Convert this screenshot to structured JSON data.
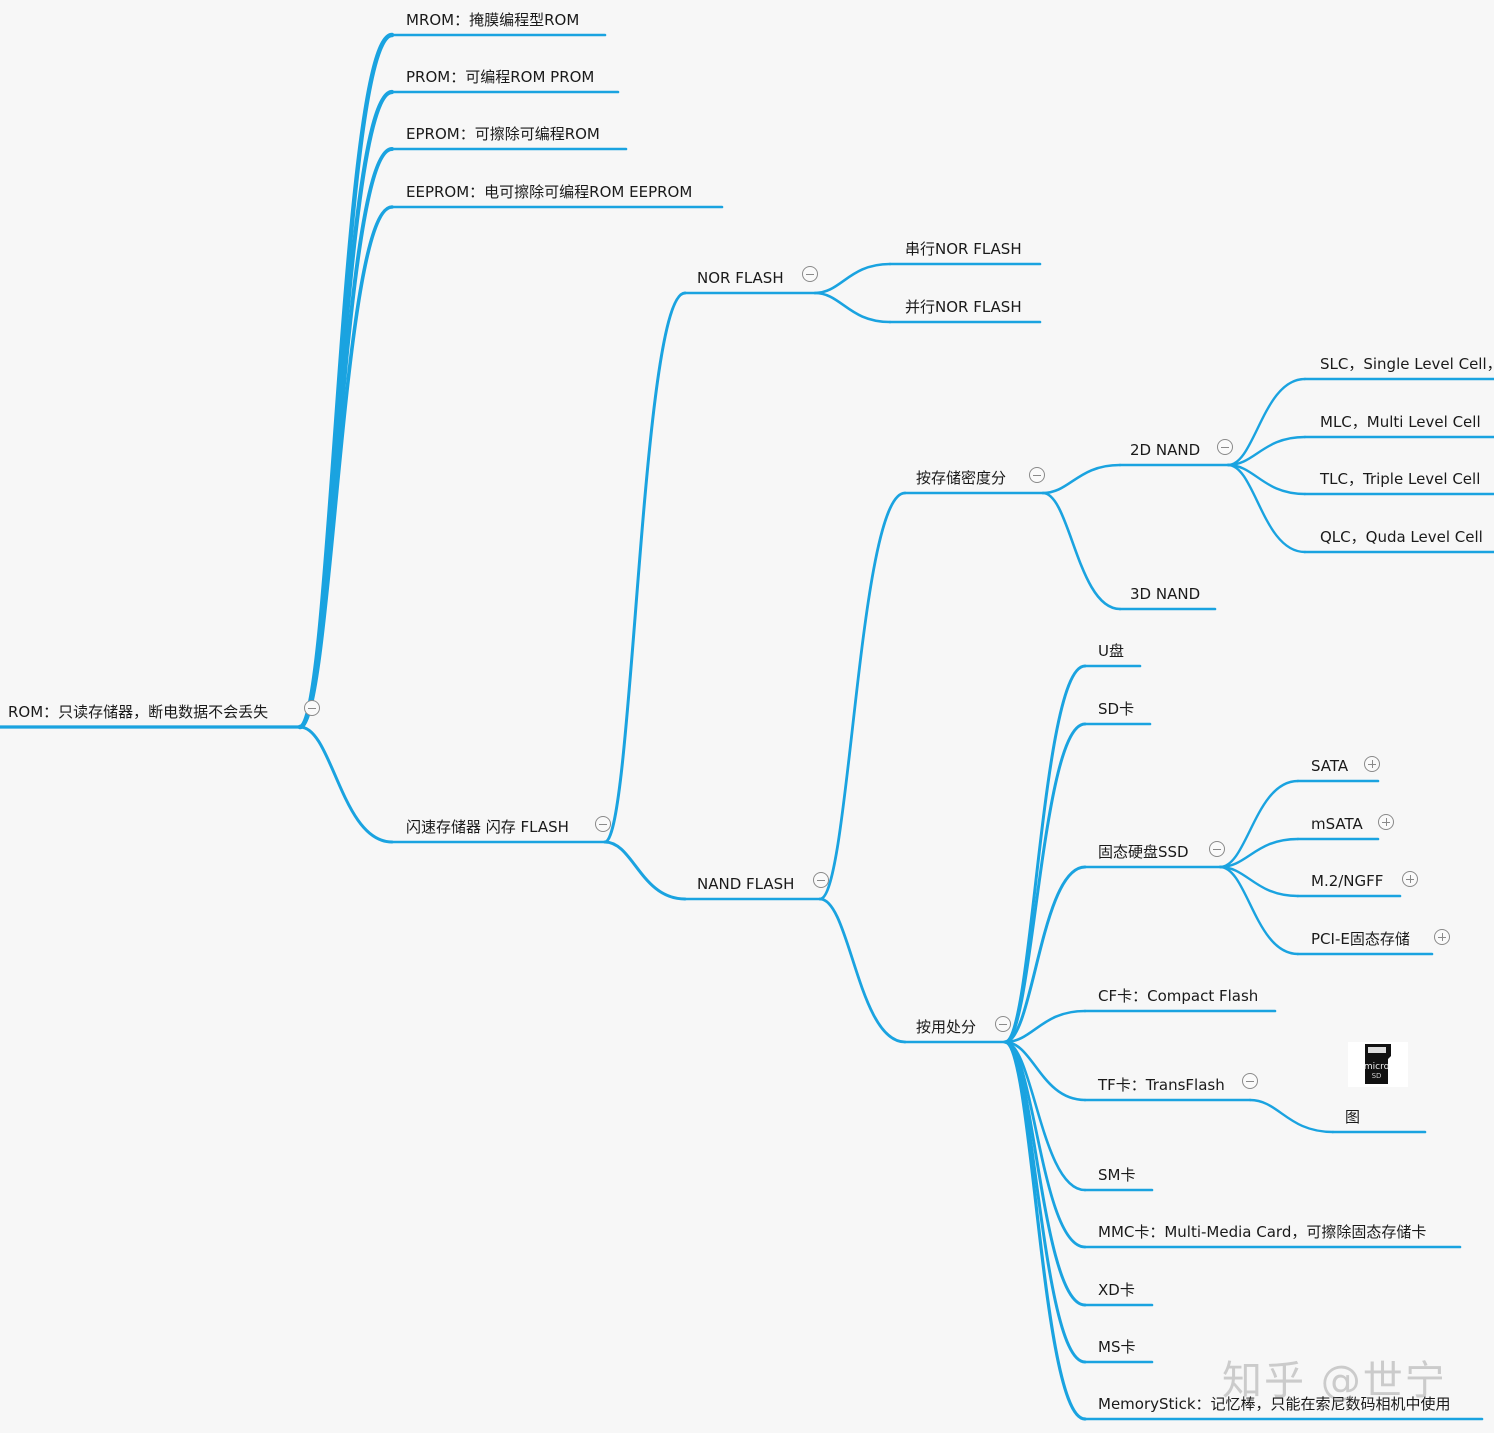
{
  "colors": {
    "line": "#1aa3e0",
    "text": "#1a1a1a",
    "background": "#f7f7f7"
  },
  "nodes": {
    "rom": "ROM：只读存储器，断电数据不会丢失",
    "mrom": "MROM：掩膜编程型ROM",
    "prom": "PROM：可编程ROM PROM",
    "eprom": "EPROM：可擦除可编程ROM",
    "eeprom": "EEPROM：电可擦除可编程ROM EEPROM",
    "flash": "闪速存储器 闪存 FLASH",
    "nor": "NOR FLASH",
    "nor_serial": "串行NOR FLASH",
    "nor_parallel": "并行NOR FLASH",
    "nand": "NAND FLASH",
    "by_density": "按存储密度分",
    "nand2d": "2D NAND",
    "slc": "SLC，Single Level Cell，",
    "mlc": "MLC，Multi Level Cell",
    "tlc": "TLC，Triple Level Cell",
    "qlc": "QLC，Quda Level Cell",
    "nand3d": "3D NAND",
    "by_use": "按用处分",
    "udisk": "U盘",
    "sd": "SD卡",
    "ssd": "固态硬盘SSD",
    "sata": "SATA",
    "msata": "mSATA",
    "m2": "M.2/NGFF",
    "pcie": "PCI-E固态存储",
    "cf": "CF卡：Compact Flash",
    "tf": "TF卡：TransFlash",
    "tf_img": "图",
    "sm": "SM卡",
    "mmc": "MMC卡：Multi-Media Card，可擦除固态存储卡",
    "xd": "XD卡",
    "ms": "MS卡",
    "memstick": "MemoryStick：记忆棒，只能在索尼数码相机中使用"
  },
  "thumbnail": {
    "icon": "microsd-card-icon"
  },
  "watermark": "知乎 @世宁"
}
